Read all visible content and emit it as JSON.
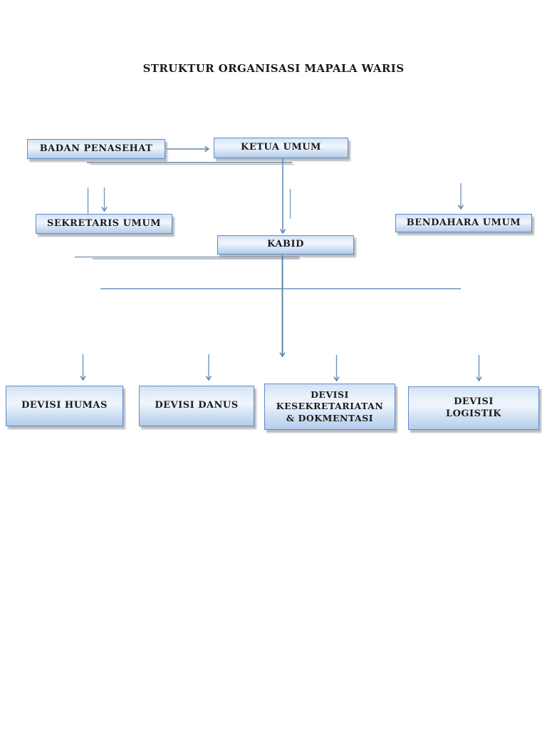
{
  "page": {
    "title": "STRUKTUR ORGANISASI MAPALA WARIS"
  },
  "colors": {
    "box_fill_top": "#d2e2f5",
    "box_fill_middle": "#eff5fd",
    "box_fill_bottom": "#b3cdec",
    "box_border": "#5f8cc4",
    "connector_line": "#5b84b8",
    "shadow_line": "#b2b6bb",
    "text": "#1c1c1e",
    "page_background": "#ffffff"
  },
  "org_chart": {
    "nodes": {
      "badan_penasehat": "BADAN PENASEHAT",
      "ketua_umum": "KETUA UMUM",
      "sekretaris_umum": "SEKRETARIS UMUM",
      "bendahara_umum": "BENDAHARA UMUM",
      "kabid": "KABID",
      "devisi_humas": "DEVISI HUMAS",
      "devisi_danus": "DEVISI DANUS",
      "devisi_kesekretariatan": "DEVISI\nKESEKRETARIATAN\n& DOKMENTASI",
      "devisi_logistik": "DEVISI\nLOGISTIK"
    },
    "edges": [
      {
        "from": "badan_penasehat",
        "to": "ketua_umum"
      },
      {
        "from": "ketua_umum",
        "to": "sekretaris_umum"
      },
      {
        "from": "ketua_umum",
        "to": "bendahara_umum"
      },
      {
        "from": "ketua_umum",
        "to": "kabid"
      },
      {
        "from": "kabid",
        "to": "devisi_humas"
      },
      {
        "from": "kabid",
        "to": "devisi_danus"
      },
      {
        "from": "kabid",
        "to": "devisi_kesekretariatan"
      },
      {
        "from": "kabid",
        "to": "devisi_logistik"
      }
    ]
  }
}
